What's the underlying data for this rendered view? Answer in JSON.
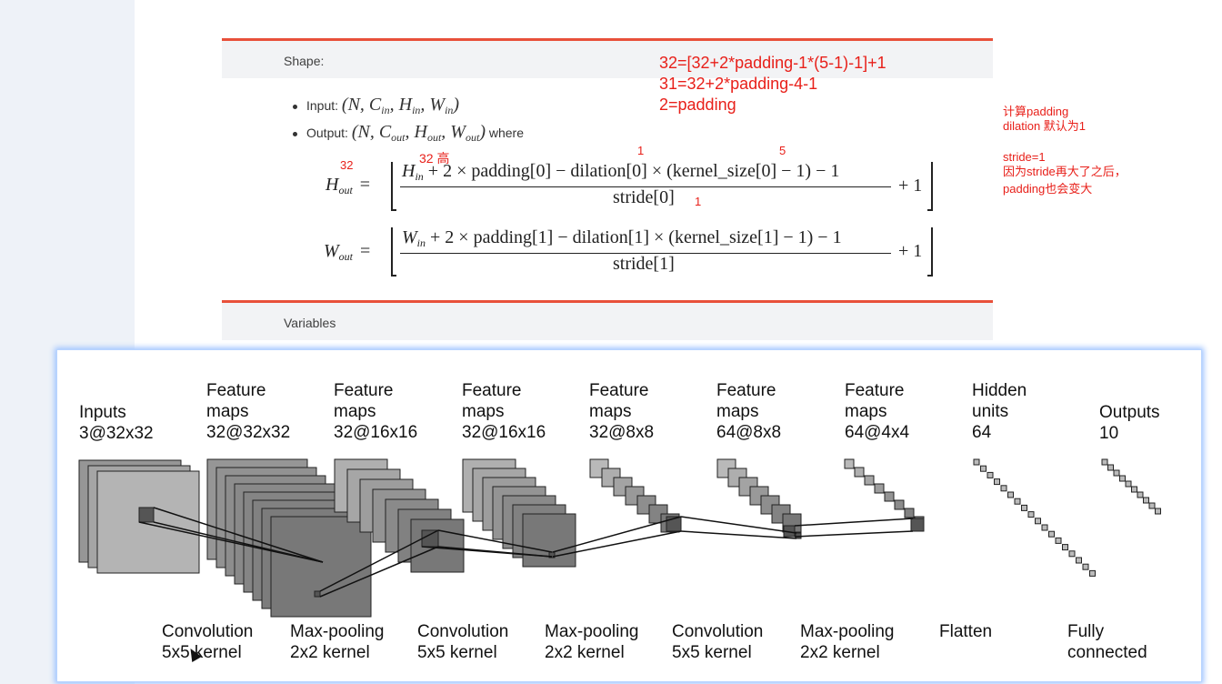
{
  "doc": {
    "shape_title": "Shape:",
    "variables_title": "Variables",
    "input_label": "Input: ",
    "input_math": "(N, C",
    "input_math_sub1": "in",
    "input_math_mid1": ", H",
    "input_math_sub2": "in",
    "input_math_mid2": ", W",
    "input_math_sub3": "in",
    "input_math_end": ")",
    "output_label": "Output: ",
    "output_math": "(N, C",
    "output_math_sub1": "out",
    "output_math_mid1": ", H",
    "output_math_sub2": "out",
    "output_math_mid2": ", W",
    "output_math_sub3": "out",
    "output_math_end": ")",
    "output_where": " where",
    "hout_lhs": "H",
    "hout_lhs_sub": "out",
    "hout_num_var": "H",
    "hout_num_sub": "in",
    "hout_num": " + 2 × padding[0] − dilation[0] × (kernel_size[0] − 1) − 1",
    "hout_den": "stride[0]",
    "wout_lhs": "W",
    "wout_lhs_sub": "out",
    "wout_num_var": "W",
    "wout_num_sub": "in",
    "wout_num": " + 2 × padding[1] − dilation[1] × (kernel_size[1] − 1) − 1",
    "wout_den": "stride[1]",
    "equals": "=",
    "plus_one": "+ 1"
  },
  "annotations": {
    "eq1": "32=[32+2*padding-1*(5-1)-1]+1",
    "eq2": "31=32+2*padding-4-1",
    "eq3": "2=padding",
    "lbl_32": "32",
    "lbl_32_high": "32 高",
    "lbl_1_top": "1",
    "lbl_5": "5",
    "lbl_1_stride": "1",
    "side1": "计算padding",
    "side2": "dilation 默认为1",
    "side3": "stride=1",
    "side4": "因为stride再大了之后，",
    "side5": "padding也会变大"
  },
  "cnn": {
    "top_labels": [
      "Inputs\n3@32x32",
      "Feature\nmaps\n32@32x32",
      "Feature\nmaps\n32@16x16",
      "Feature\nmaps\n32@16x16",
      "Feature\nmaps\n32@8x8",
      "Feature\nmaps\n64@8x8",
      "Feature\nmaps\n64@4x4",
      "Hidden\nunits\n64",
      "Outputs\n10"
    ],
    "bottom_labels": [
      "Convolution\n5x5 kernel",
      "Max-pooling\n2x2 kernel",
      "Convolution\n5x5 kernel",
      "Max-pooling\n2x2 kernel",
      "Convolution\n5x5 kernel",
      "Max-pooling\n2x2 kernel",
      "Flatten",
      "Fully\nconnected"
    ]
  },
  "colors": {
    "accent_red": "#e8503a",
    "annotation_red": "#e8201a",
    "panel_glow": "#9ec3ff"
  }
}
